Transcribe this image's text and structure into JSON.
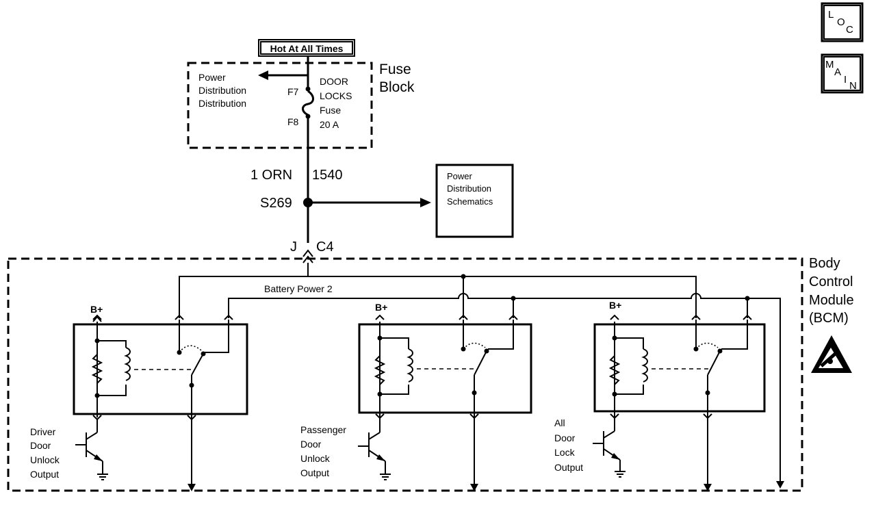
{
  "header": {
    "hot_label": "Hot At All Times"
  },
  "fuse_block": {
    "title_1": "Fuse",
    "title_2": "Block",
    "power_1": "Power",
    "power_2": "Distribution",
    "power_3": "Distribution",
    "fuse_1": "DOOR",
    "fuse_2": "LOCKS",
    "fuse_3": "Fuse",
    "fuse_4": "20 A",
    "pin_top": "F7",
    "pin_bottom": "F8"
  },
  "wire": {
    "color": "1 ORN",
    "circuit": "1540",
    "splice": "S269"
  },
  "schematic_ref": {
    "line_1": "Power",
    "line_2": "Distribution",
    "line_3": "Schematics"
  },
  "connector": {
    "pin": "J",
    "name": "C4"
  },
  "bcm": {
    "title_1": "Body",
    "title_2": "Control",
    "title_3": "Module",
    "title_4": "(BCM)",
    "bus_label": "Battery Power 2",
    "relays": [
      {
        "supply": "B+",
        "lines": [
          "Driver",
          "Door",
          "Unlock",
          "Output"
        ]
      },
      {
        "supply": "B+",
        "lines": [
          "Passenger",
          "Door",
          "Unlock",
          "Output"
        ]
      },
      {
        "supply": "B+",
        "lines": [
          "All",
          "Door",
          "Lock",
          "Output"
        ]
      }
    ]
  },
  "nav": {
    "loc": {
      "l": "L",
      "o": "O",
      "c": "C"
    },
    "main": {
      "m": "M",
      "a": "A",
      "i": "I",
      "n": "N"
    },
    "esd_icon": "esd-warning-icon"
  }
}
